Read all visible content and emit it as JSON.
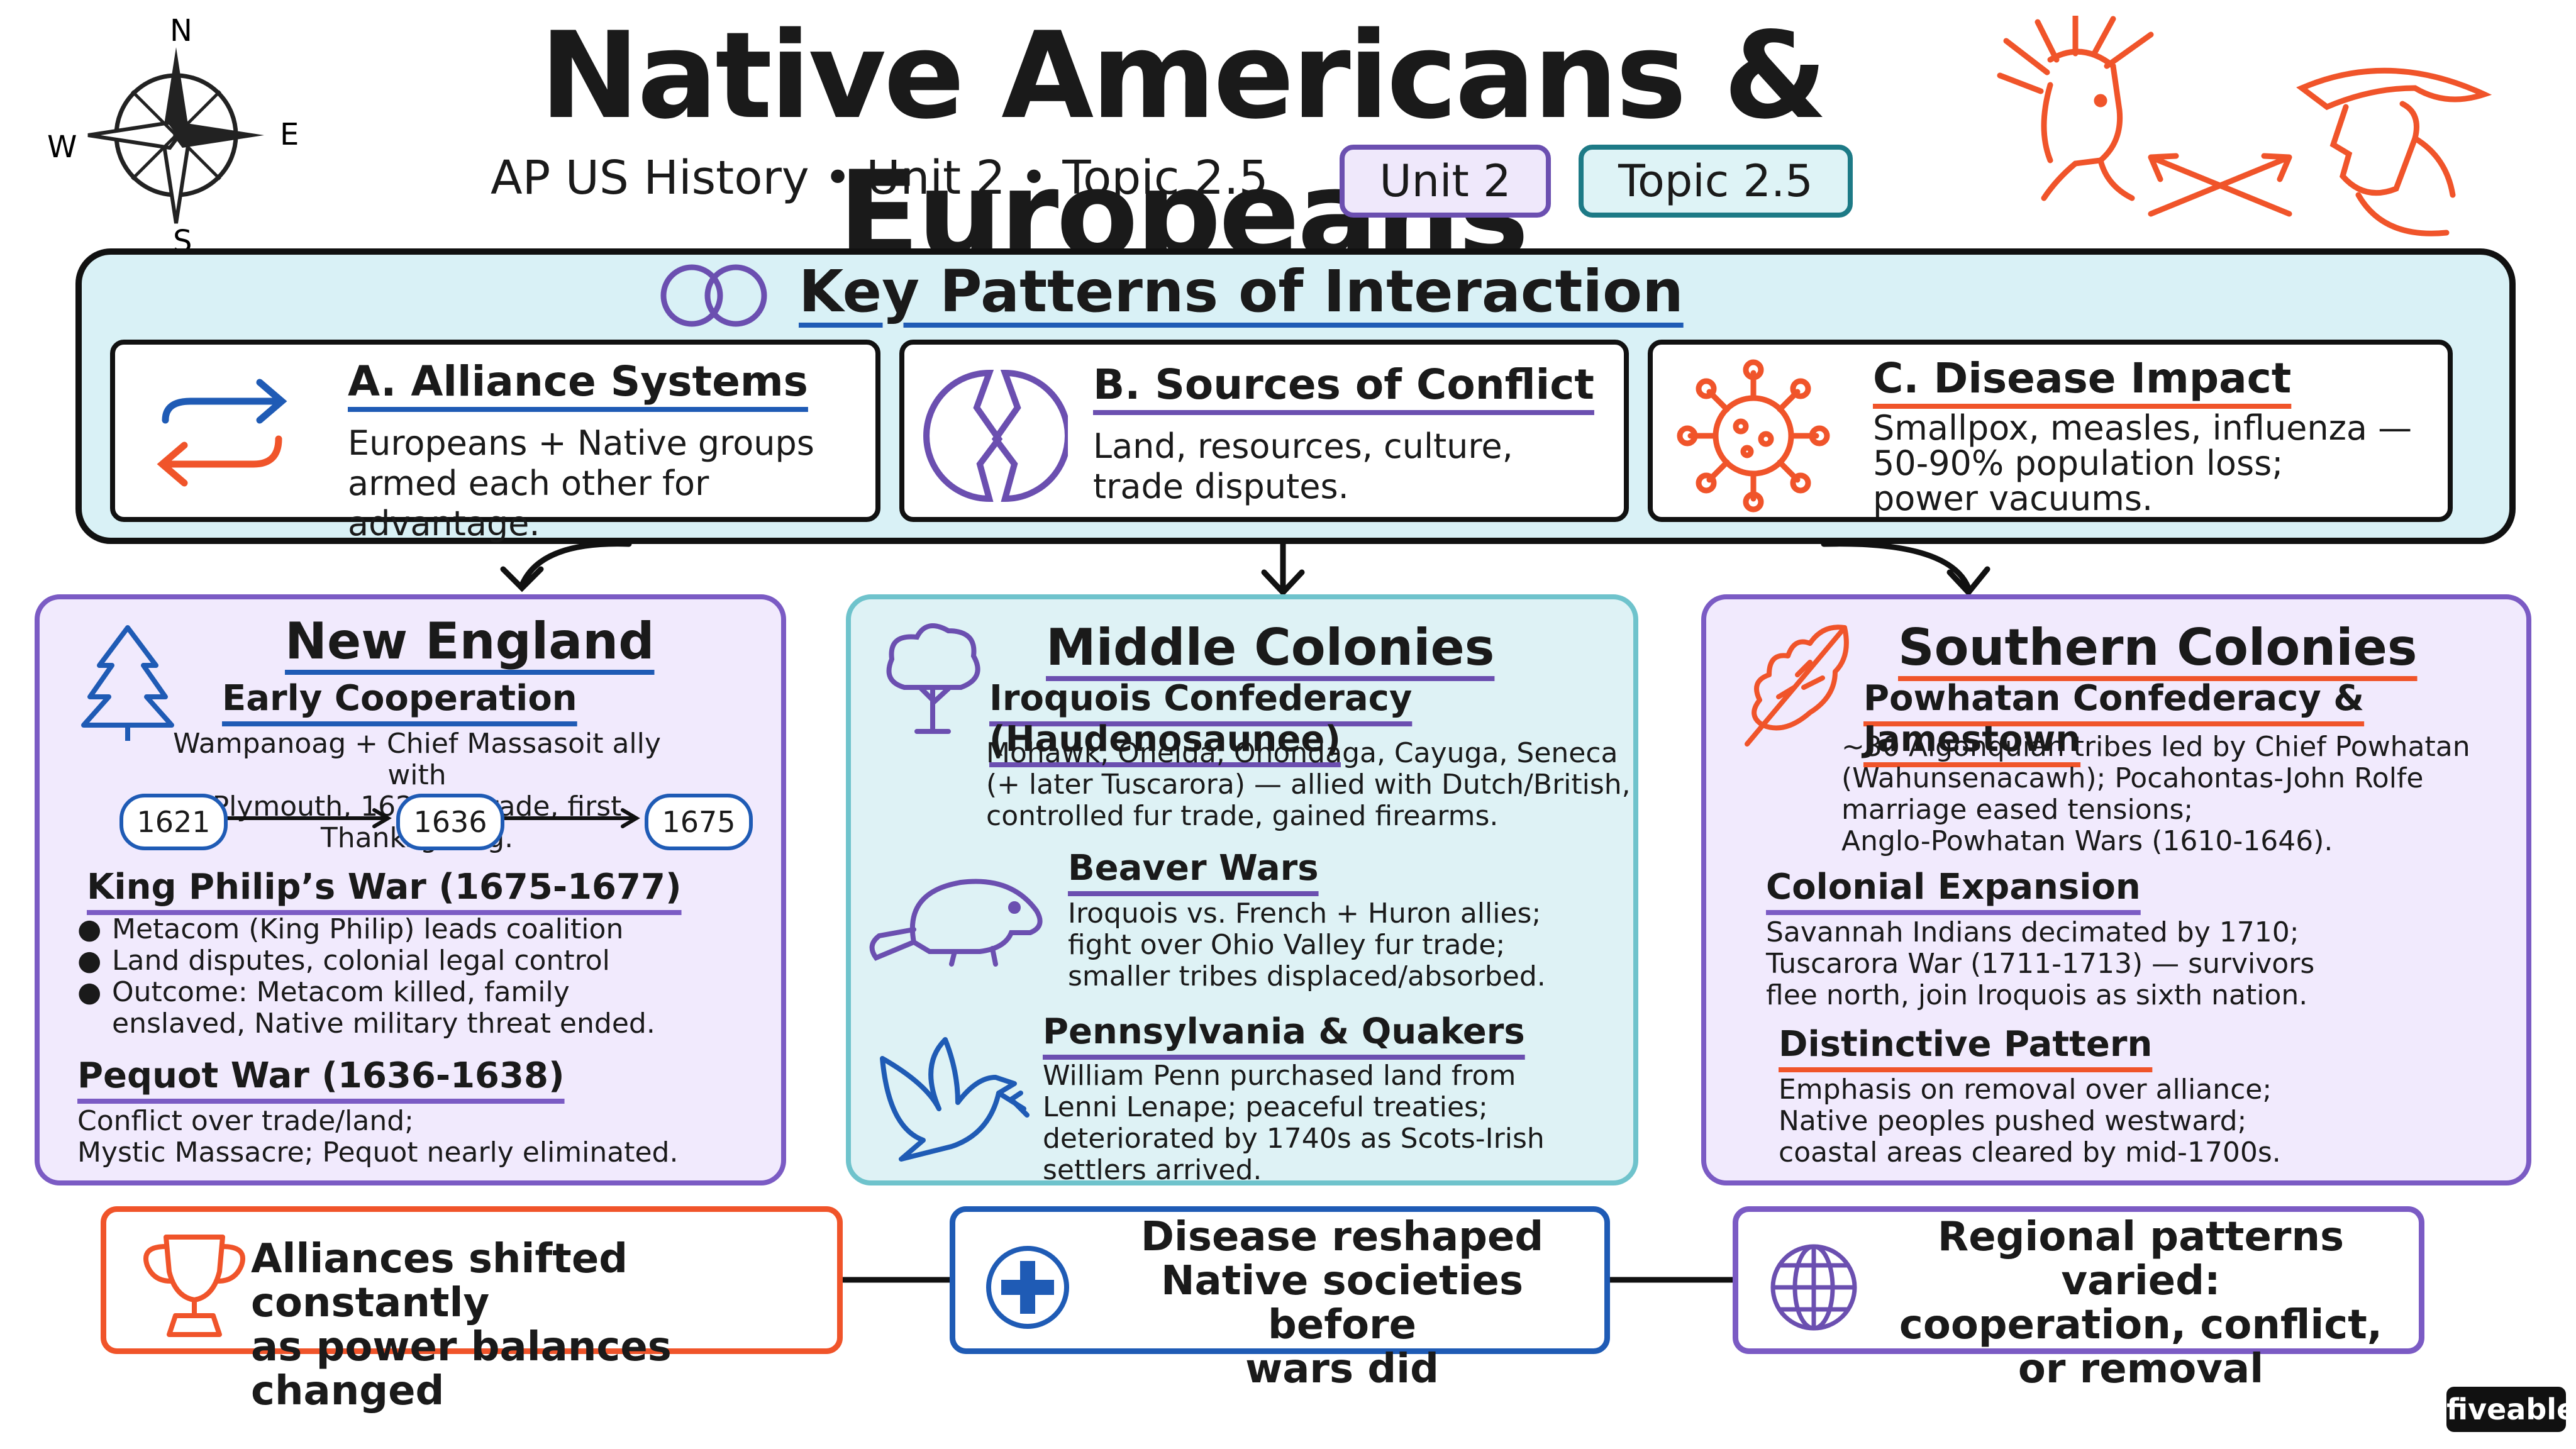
{
  "header": {
    "title": "Native Americans & Europeans",
    "subtitle": "AP US History • Unit 2 • Topic 2.5",
    "tag_unit": "Unit 2",
    "tag_topic": "Topic 2.5",
    "compass": {
      "n": "N",
      "e": "E",
      "s": "S",
      "w": "W"
    }
  },
  "key": {
    "title": "Key Patterns of Interaction",
    "cards": [
      {
        "title": "A. Alliance Systems",
        "body": "Europeans + Native groups\narmed each other for advantage."
      },
      {
        "title": "B. Sources of Conflict",
        "body": "Land, resources, culture,\ntrade disputes."
      },
      {
        "title": "C. Disease Impact",
        "body": "Smallpox, measles, influenza —\n50-90% population loss;\npower vacuums."
      }
    ]
  },
  "new_england": {
    "title": "New England",
    "early": {
      "title": "Early Cooperation",
      "body": "Wampanoag + Chief Massasoit ally with\nPlymouth, 1621 — trade, first Thanksgiving."
    },
    "timeline": [
      "1621",
      "1636",
      "1675"
    ],
    "kpw": {
      "title": "King Philip’s War (1675-1677)",
      "bullets": [
        "Metacom (King Philip) leads coalition",
        "Land disputes, colonial legal control",
        "Outcome: Metacom killed, family\nenslaved, Native military threat ended."
      ]
    },
    "pequot": {
      "title": "Pequot War (1636-1638)",
      "body": "Conflict over trade/land;\nMystic Massacre; Pequot nearly eliminated."
    }
  },
  "middle": {
    "title": "Middle Colonies",
    "iroquois": {
      "title": "Iroquois Confederacy (Haudenosaunee)",
      "body": "Mohawk, Oneida, Onondaga, Cayuga, Seneca\n(+ later Tuscarora) — allied with Dutch/British,\ncontrolled fur trade, gained firearms."
    },
    "beaver": {
      "title": "Beaver Wars",
      "body": "Iroquois vs. French + Huron allies;\nfight over Ohio Valley fur trade;\nsmaller tribes displaced/absorbed."
    },
    "penn": {
      "title": "Pennsylvania & Quakers",
      "body": "William Penn purchased land from\nLenni Lenape; peaceful treaties;\ndeteriorated by 1740s as Scots-Irish\nsettlers arrived."
    }
  },
  "southern": {
    "title": "Southern Colonies",
    "powhatan": {
      "title": "Powhatan Confederacy & Jamestown",
      "body": "~30 Algonquian tribes led by Chief Powhatan\n(Wahunsenacawh); Pocahontas-John Rolfe\nmarriage eased tensions;\nAnglo-Powhatan Wars (1610-1646)."
    },
    "expansion": {
      "title": "Colonial Expansion",
      "body": "Savannah Indians decimated by 1710;\nTuscarora War (1711-1713) — survivors\nflee north, join Iroquois as sixth nation."
    },
    "pattern": {
      "title": "Distinctive Pattern",
      "body": "Emphasis on removal over alliance;\nNative peoples pushed westward;\ncoastal areas cleared by mid-1700s."
    }
  },
  "bottom": [
    {
      "text": "Alliances shifted constantly\nas power balances changed",
      "icon": "trophy-icon"
    },
    {
      "text": "Disease reshaped\nNative societies before\nwars did",
      "icon": "medical-cross-icon"
    },
    {
      "text": "Regional patterns varied:\ncooperation, conflict,\nor removal",
      "icon": "globe-icon"
    }
  ],
  "logo": "fiveable",
  "colors": {
    "orange": "#f0542a",
    "blue": "#1f5bb5",
    "purple": "#7b5bc4",
    "teal": "#1d7a86",
    "panel_blue": "#d9f1f6",
    "panel_purple": "#f1eafd"
  }
}
